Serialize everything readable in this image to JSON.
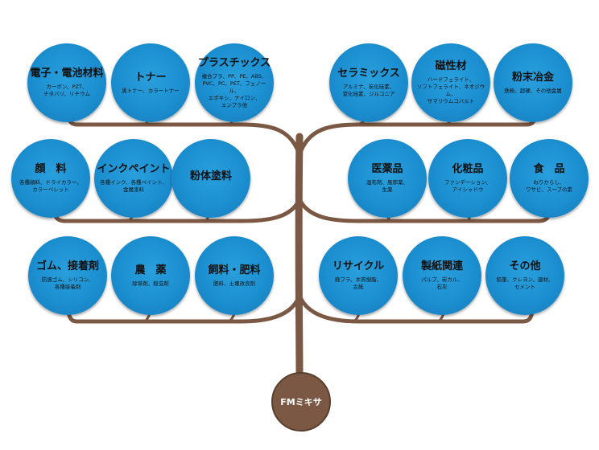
{
  "root": {
    "label": "FMミキサ"
  },
  "categories": [
    {
      "title": "電子・電池材料",
      "sub": "カーボン、PZT、\nチタバリ、リチウム"
    },
    {
      "title": "トナー",
      "sub": "黒トナー、カラートナー"
    },
    {
      "title": "プラスチックス",
      "sub": "複合プラ、PP、PE、ABS、\nPVC、PC、PET、フェノール、\nエポキシ、ナイロン、\nエンプラ他"
    },
    {
      "title": "セラミックス",
      "sub": "アルミナ、炭化硅素、\n窒化硅素、ジルコニア"
    },
    {
      "title": "磁性材",
      "sub": "ハードフェライト、\nソフトフェライト、ネオジウム、\nサマリウムコバルト"
    },
    {
      "title": "粉末冶金",
      "sub": "鉄粉、超硬、その他金属"
    },
    {
      "title": "顔　料",
      "sub": "各種顔料、ドライカラー、\nカラーペレット"
    },
    {
      "title": "インクペイント",
      "sub": "各種インク、各種ペイント、\n金属塗料"
    },
    {
      "title": "粉体塗料",
      "sub": ""
    },
    {
      "title": "医薬品",
      "sub": "湿布剤、風邪薬、\n生薬"
    },
    {
      "title": "化粧品",
      "sub": "ファンデーション、\nアイシャドウ"
    },
    {
      "title": "食　品",
      "sub": "ねりからし、\nワサビ、スープの素"
    },
    {
      "title": "ゴム、接着剤",
      "sub": "防振ゴム、シリコン、\n各種接着剤"
    },
    {
      "title": "農　薬",
      "sub": "除草剤、殺虫剤"
    },
    {
      "title": "飼料・肥料",
      "sub": "肥料、土壌改良剤"
    },
    {
      "title": "リサイクル",
      "sub": "廃プラ、木質樹脂、\n古紙"
    },
    {
      "title": "製紙関連",
      "sub": "パルプ、炭カル、\n石灰"
    },
    {
      "title": "その他",
      "sub": "鉛筆、クレヨン、建材、\nセメント"
    }
  ],
  "colors": {
    "branch": "#7b5843",
    "bubble": "#1b8fd0",
    "text": "#111111"
  }
}
